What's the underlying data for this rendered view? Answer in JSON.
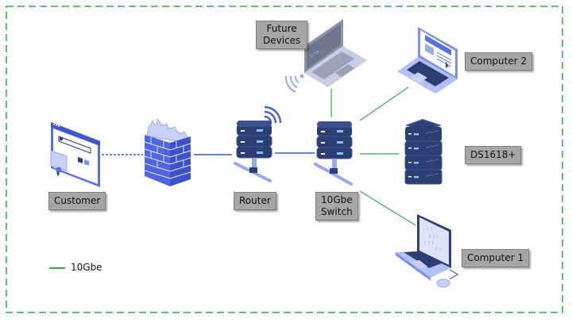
{
  "diagram": {
    "frame_color": "#2fa84f",
    "colors": {
      "link_10gbe": "#3aa655",
      "link_standard": "#3a5bbf",
      "server_dark": "#2c3e73",
      "device_light": "#9aa8ec",
      "label_bg": "#a6a6a6"
    },
    "nodes": [
      {
        "id": "customer",
        "label": "Customer",
        "icon": "browser-certificate-icon"
      },
      {
        "id": "firewall",
        "label": "",
        "icon": "firewall-icon"
      },
      {
        "id": "router",
        "label": "Router",
        "icon": "wireless-router-server-icon"
      },
      {
        "id": "switch",
        "label_line1": "10Gbe",
        "label_line2": "Switch",
        "icon": "network-switch-server-icon"
      },
      {
        "id": "future_devices",
        "label_line1": "Future",
        "label_line2": "Devices",
        "icon": "wireless-laptop-icon"
      },
      {
        "id": "computer2",
        "label": "Computer 2",
        "icon": "laptop-icon"
      },
      {
        "id": "nas",
        "label": "DS1618+",
        "icon": "nas-server-icon"
      },
      {
        "id": "computer1",
        "label": "Computer 1",
        "icon": "laptop-with-mouse-icon"
      }
    ],
    "links": [
      {
        "from": "customer",
        "to": "firewall",
        "style": "dashed",
        "type": "standard"
      },
      {
        "from": "firewall",
        "to": "router",
        "style": "solid",
        "type": "standard"
      },
      {
        "from": "router",
        "to": "switch",
        "style": "solid",
        "type": "standard"
      },
      {
        "from": "switch",
        "to": "future_devices",
        "style": "solid",
        "type": "10gbe"
      },
      {
        "from": "switch",
        "to": "computer2",
        "style": "solid",
        "type": "10gbe"
      },
      {
        "from": "switch",
        "to": "nas",
        "style": "solid",
        "type": "10gbe"
      },
      {
        "from": "switch",
        "to": "computer1",
        "style": "solid",
        "type": "10gbe"
      }
    ],
    "legend": [
      {
        "label": "10Gbe",
        "type": "10gbe"
      }
    ]
  }
}
